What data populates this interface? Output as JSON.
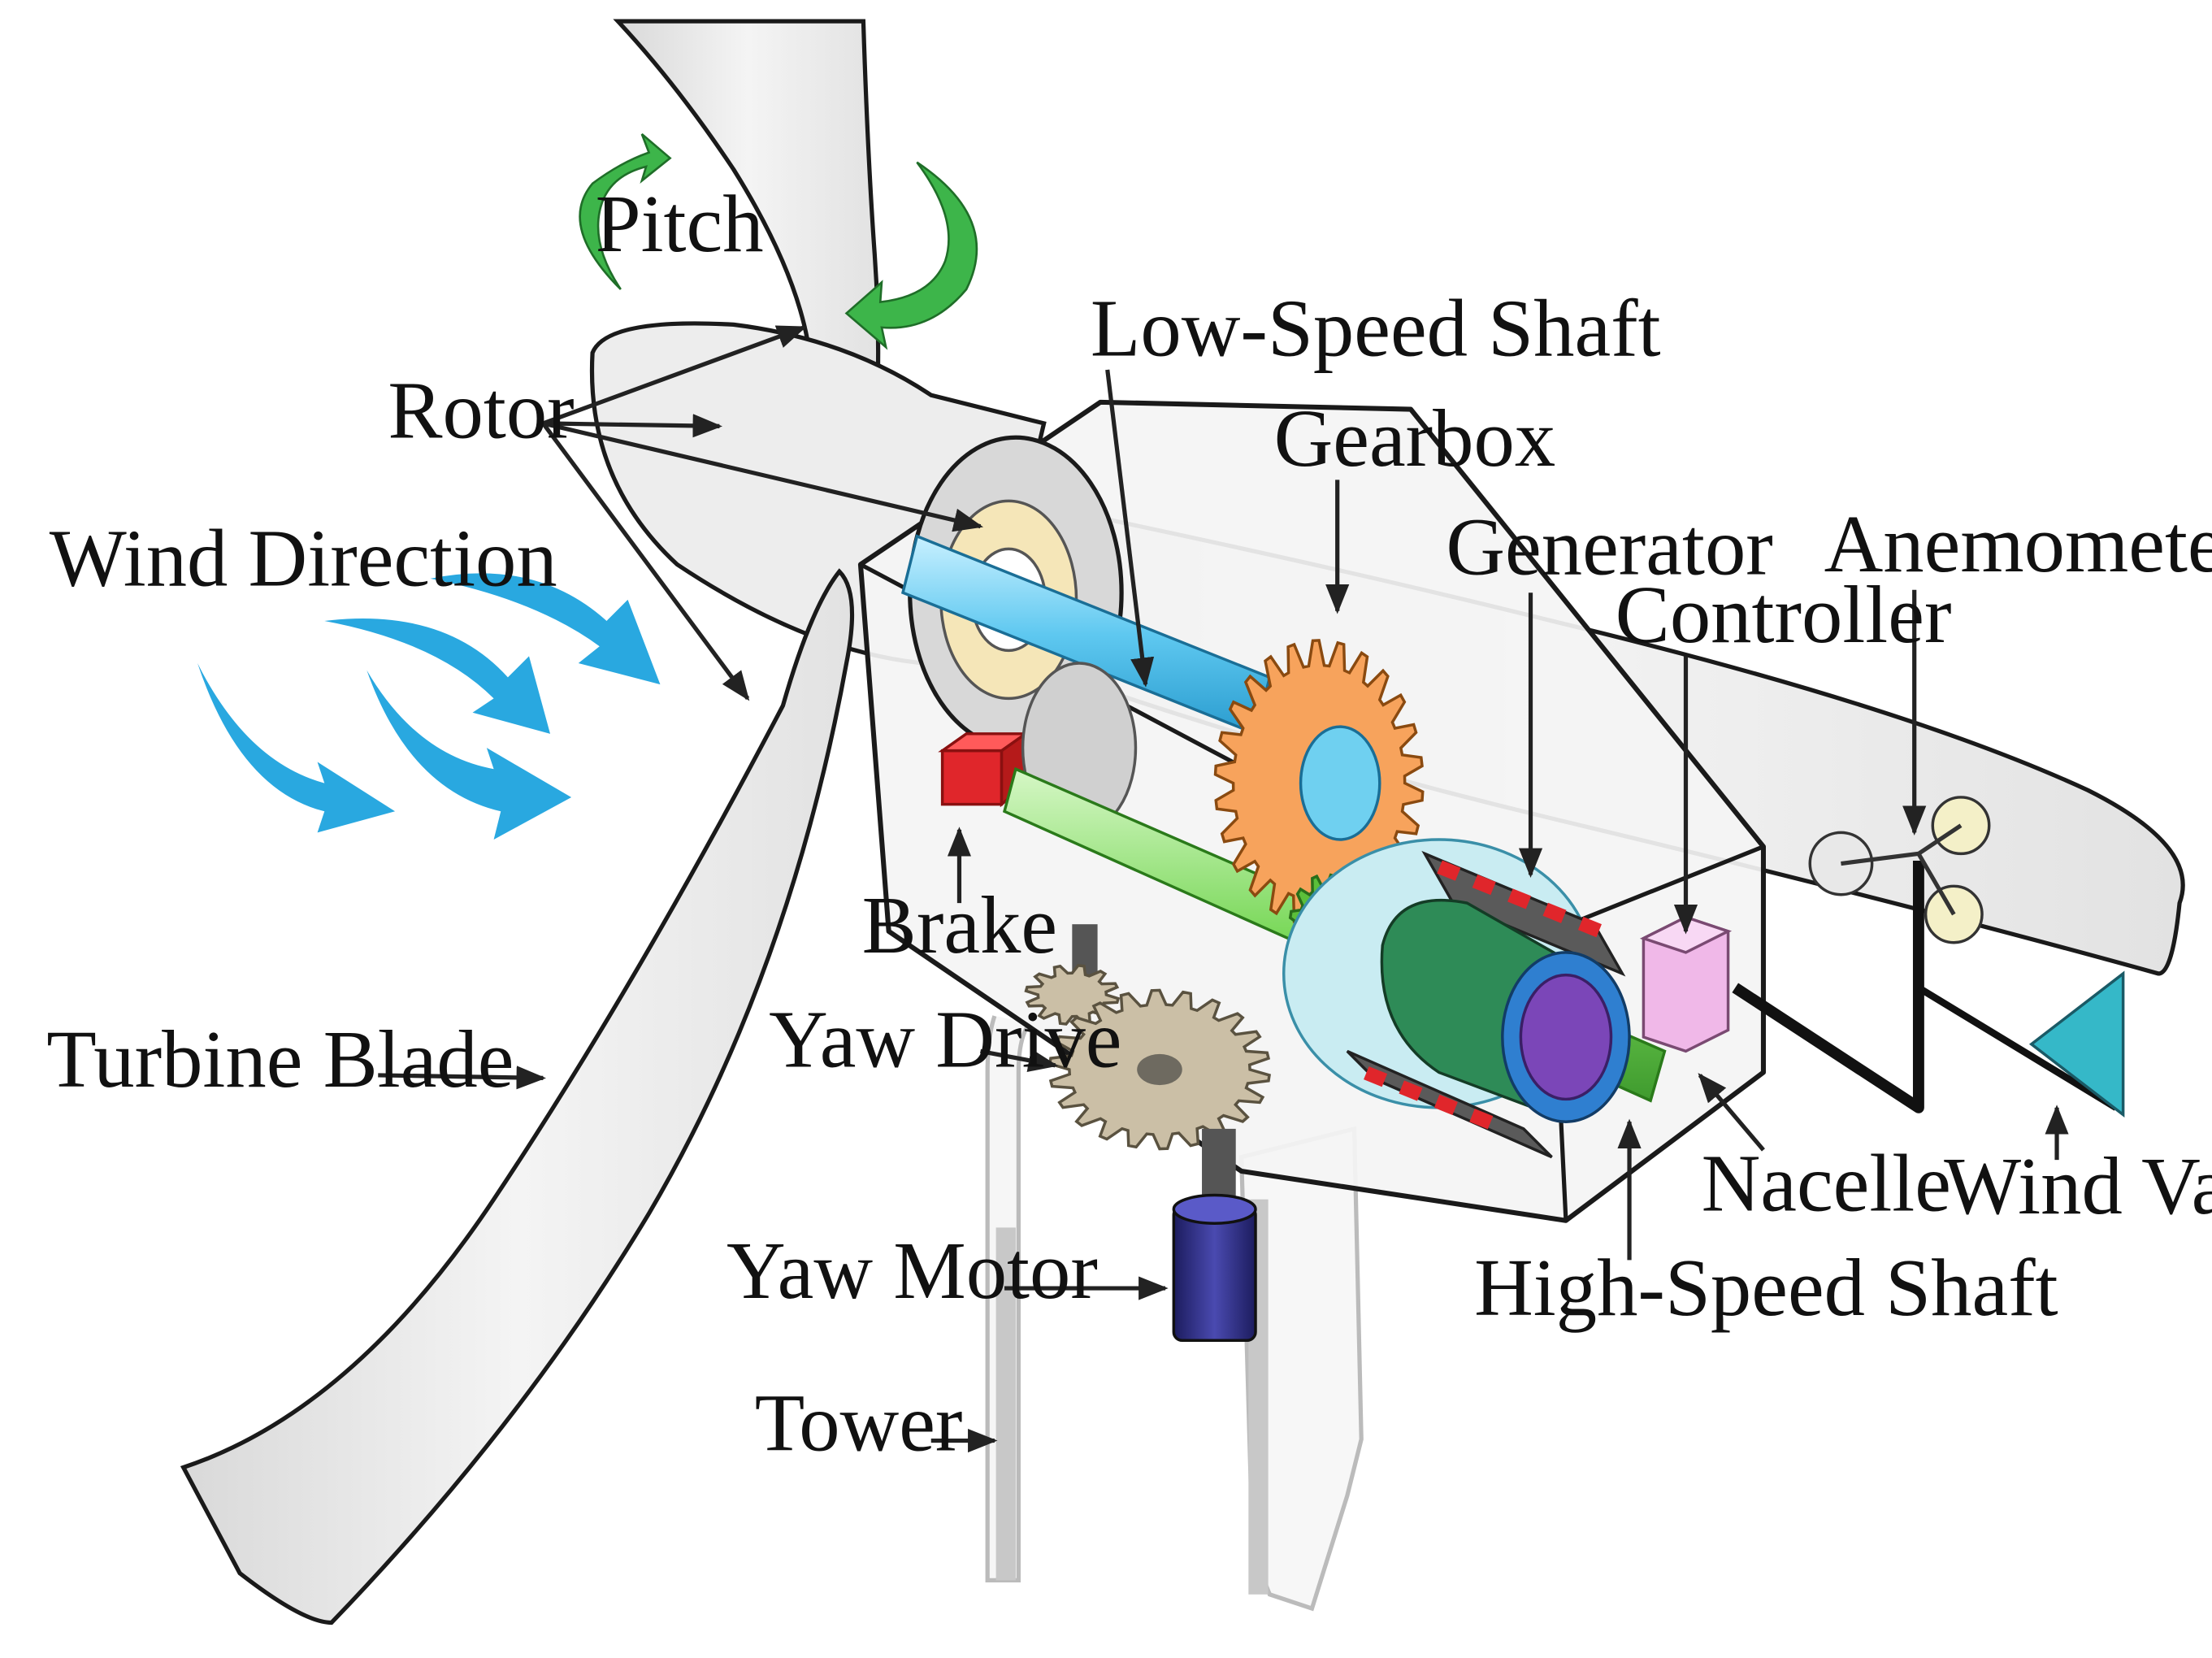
{
  "diagram": {
    "labels": {
      "pitch": "Pitch",
      "rotor": "Rotor",
      "low_speed_shaft": "Low-Speed Shaft",
      "gearbox": "Gearbox",
      "generator": "Generator",
      "anemometer": "Anemometer",
      "controller": "Controller",
      "wind_direction": "Wind Direction",
      "brake": "Brake",
      "yaw_drive": "Yaw Drive",
      "turbine_blade": "Turbine Blade",
      "nacelle": "Nacelle",
      "wind_vane": "Wind Vane",
      "high_speed_shaft": "High-Speed Shaft",
      "yaw_motor": "Yaw Motor",
      "tower": "Tower"
    },
    "colors": {
      "pitch_arrow": "#3db54a",
      "wind_arrow": "#29a8e0",
      "shaft": "#6fd0f0",
      "gear_orange": "#f7a35c",
      "brake_red": "#e0262b",
      "generator_green": "#2e8b57",
      "generator_blue": "#2f7fd0",
      "generator_purple": "#7b46b8",
      "controller_pink": "#f0b8e8",
      "wind_vane_teal": "#35b8c8",
      "yaw_motor_navy": "#2a2a7a",
      "yaw_gear_tan": "#cbbfa6",
      "nacelle_fill": "#f3f3f3",
      "blade_fill": "#eeeeee"
    }
  }
}
